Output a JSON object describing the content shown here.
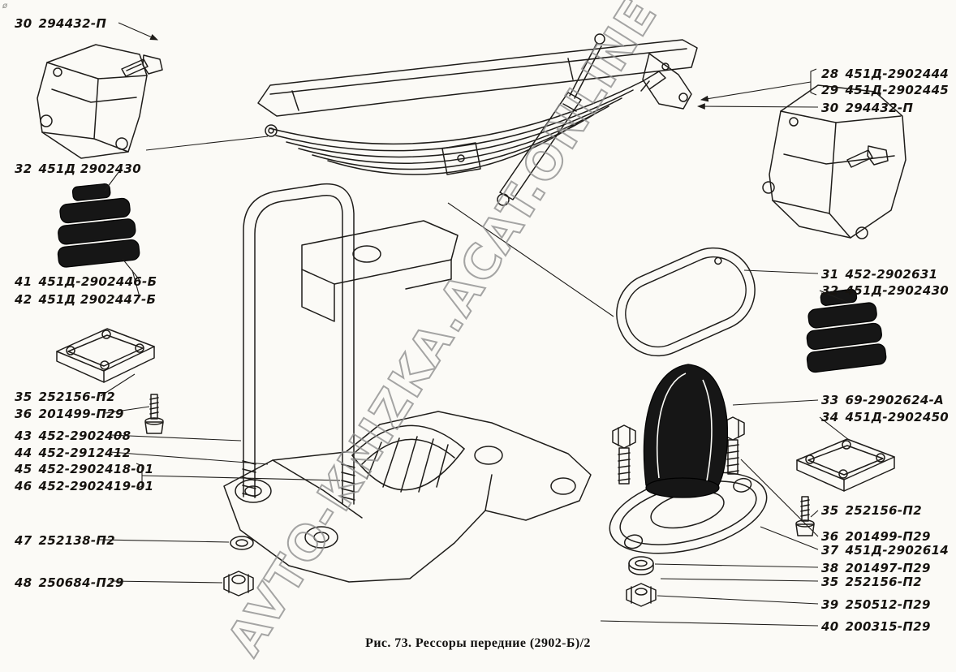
{
  "colors": {
    "ink": "#1f1d1a",
    "paper": "#fbfaf6",
    "watermark": "#8f8f8f",
    "rubber": "#161616"
  },
  "watermark": {
    "text": "AVTO-KNIZKA.ACAT.ONLINE"
  },
  "caption": {
    "text": "Рис. 73. Рессоры передние (2902-Б)/2"
  },
  "corner_mark": "ø",
  "labels_left": [
    {
      "num": "30",
      "part": "294432-П"
    },
    {
      "num": "32",
      "part": "451Д 2902430"
    },
    {
      "num": "41",
      "part": "451Д-2902446-Б"
    },
    {
      "num": "42",
      "part": "451Д 2902447-Б"
    },
    {
      "num": "35",
      "part": "252156-П2"
    },
    {
      "num": "36",
      "part": "201499-П29"
    },
    {
      "num": "43",
      "part": "452-2902408"
    },
    {
      "num": "44",
      "part": "452-2912412"
    },
    {
      "num": "45",
      "part": "452-2902418-01"
    },
    {
      "num": "46",
      "part": "452-2902419-01"
    },
    {
      "num": "47",
      "part": "252138-П2"
    },
    {
      "num": "48",
      "part": "250684-П29"
    }
  ],
  "labels_right": [
    {
      "num": "28",
      "part": "451Д-2902444"
    },
    {
      "num": "29",
      "part": "451Д-2902445"
    },
    {
      "num": "30",
      "part": "294432-П"
    },
    {
      "num": "31",
      "part": "452-2902631"
    },
    {
      "num": "32",
      "part": "451Д-2902430"
    },
    {
      "num": "33",
      "part": "69-2902624-А"
    },
    {
      "num": "34",
      "part": "451Д-2902450"
    },
    {
      "num": "35",
      "part": "252156-П2"
    },
    {
      "num": "36",
      "part": "201499-П29"
    },
    {
      "num": "37",
      "part": "451Д-2902614"
    },
    {
      "num": "38",
      "part": "201497-П29"
    },
    {
      "num": "35",
      "part": "252156-П2"
    },
    {
      "num": "39",
      "part": "250512-П29"
    },
    {
      "num": "40",
      "part": "200315-П29"
    }
  ]
}
